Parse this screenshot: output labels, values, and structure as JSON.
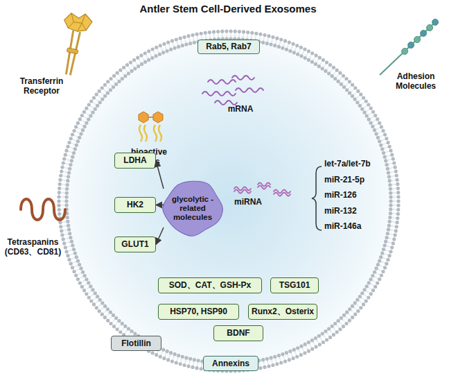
{
  "diagram": {
    "title": "Antler Stem Cell-Derived Exosomes",
    "nodes": [
      {
        "text": [
          "Rab5, Rab7"
        ]
      },
      {
        "text": [
          "LDHA"
        ]
      },
      {
        "text": [
          "glycolytic -related molecules"
        ]
      },
      {
        "text": [
          "HK2"
        ]
      },
      {
        "text": [
          "GLUT1"
        ]
      },
      {
        "text": [
          "SOD、CAT、GSH-Px"
        ]
      },
      {
        "text": [
          "TSG101"
        ]
      },
      {
        "text": [
          "HSP70, HSP90"
        ]
      },
      {
        "text": [
          "Runx2、Osterix"
        ]
      },
      {
        "text": [
          "BDNF"
        ]
      },
      {
        "text": [
          "Flotillin"
        ]
      },
      {
        "text": [
          "Annexins"
        ]
      }
    ],
    "edges": [
      {
        "from": 2,
        "to": 1,
        "arrow": "to"
      },
      {
        "from": 2,
        "to": 3,
        "arrow": "to"
      },
      {
        "from": 2,
        "to": 4,
        "arrow": "to"
      }
    ],
    "labels": [
      "Transferrin Receptor",
      "Adhesion Molecules",
      "mRNA",
      "bioactive lipids",
      "miRNA",
      "let-7a/let-7b",
      "miR-21-5p",
      "miR-126",
      "miR-132",
      "miR-146a",
      "Tetraspanins (CD63、CD81)"
    ]
  }
}
